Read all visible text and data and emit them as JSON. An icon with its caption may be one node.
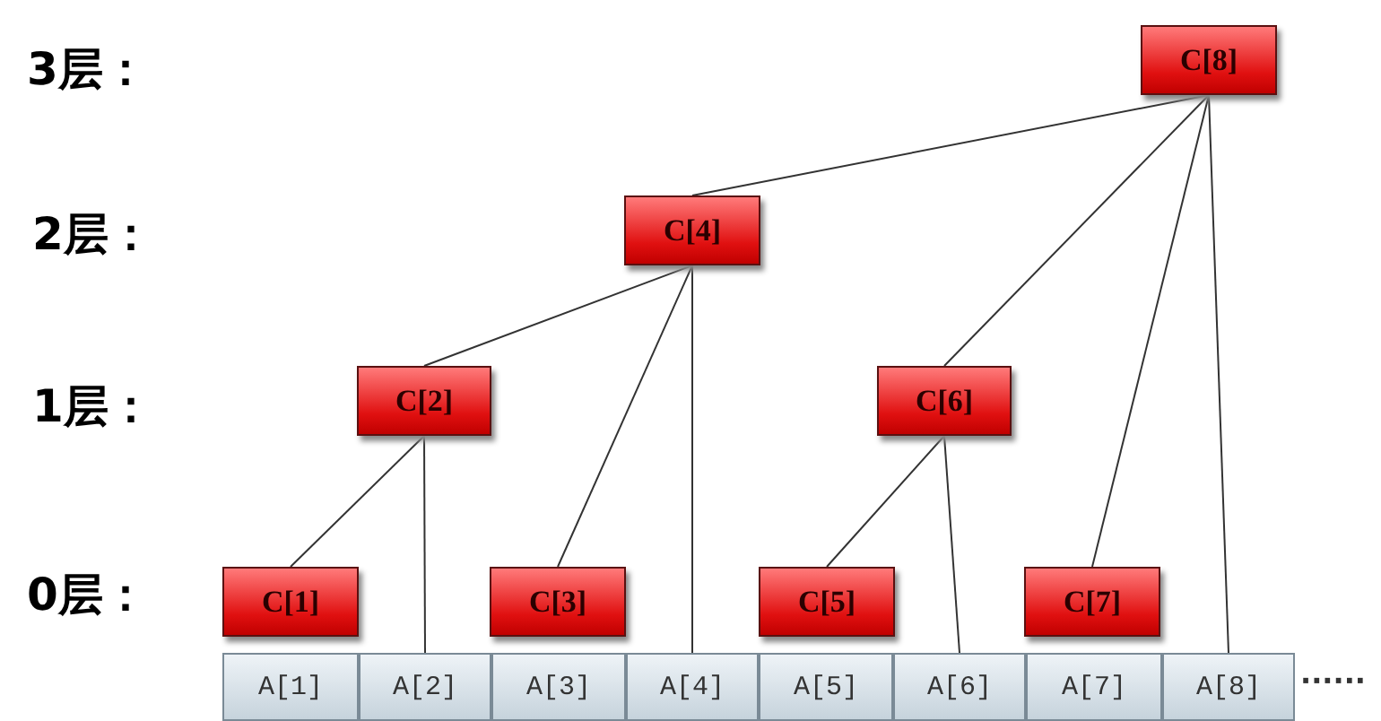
{
  "diagram": {
    "nodes": [
      {
        "text": [
          "C[1]"
        ]
      },
      {
        "text": [
          "C[2]"
        ]
      },
      {
        "text": [
          "C[3]"
        ]
      },
      {
        "text": [
          "C[4]"
        ]
      },
      {
        "text": [
          "C[5]"
        ]
      },
      {
        "text": [
          "C[6]"
        ]
      },
      {
        "text": [
          "C[7]"
        ]
      },
      {
        "text": [
          "C[8]"
        ]
      },
      {
        "text": [
          "A[1]"
        ]
      },
      {
        "text": [
          "A[2]"
        ]
      },
      {
        "text": [
          "A[3]"
        ]
      },
      {
        "text": [
          "A[4]"
        ]
      },
      {
        "text": [
          "A[5]"
        ]
      },
      {
        "text": [
          "A[6]"
        ]
      },
      {
        "text": [
          "A[7]"
        ]
      },
      {
        "text": [
          "A[8]"
        ]
      }
    ],
    "edges": [
      {
        "from": 7,
        "to": 3,
        "arrow": "none"
      },
      {
        "from": 7,
        "to": 5,
        "arrow": "none"
      },
      {
        "from": 7,
        "to": 6,
        "arrow": "none"
      },
      {
        "from": 7,
        "to": 15,
        "arrow": "none"
      },
      {
        "from": 3,
        "to": 1,
        "arrow": "none"
      },
      {
        "from": 3,
        "to": 2,
        "arrow": "none"
      },
      {
        "from": 3,
        "to": 11,
        "arrow": "none"
      },
      {
        "from": 1,
        "to": 0,
        "arrow": "none"
      },
      {
        "from": 1,
        "to": 9,
        "arrow": "none"
      },
      {
        "from": 5,
        "to": 4,
        "arrow": "none"
      },
      {
        "from": 5,
        "to": 13,
        "arrow": "none"
      }
    ],
    "labels": [
      "3层：",
      "2层：",
      "1层：",
      "0层：",
      "······"
    ]
  }
}
